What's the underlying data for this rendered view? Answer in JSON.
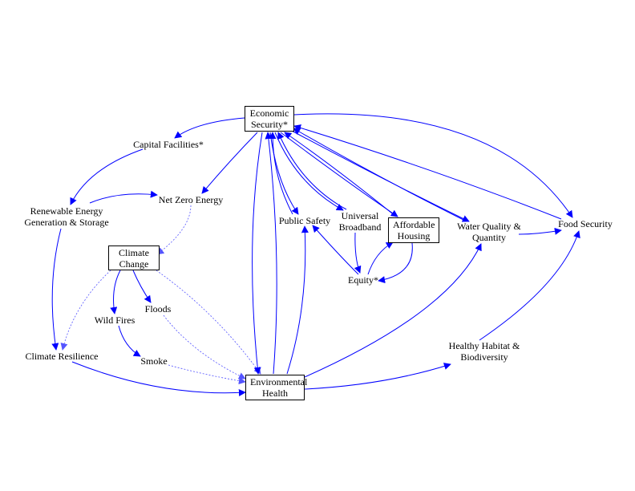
{
  "colors": {
    "link": "#0000ff",
    "dotted": "#5555ff",
    "text": "#000000",
    "box_border": "#000000"
  },
  "nodes": {
    "economic_security": {
      "lines": [
        "Economic",
        "Security*"
      ],
      "boxed": true
    },
    "capital_facilities": {
      "lines": [
        "Capital Facilities*"
      ],
      "boxed": false
    },
    "renewable_energy": {
      "lines": [
        "Renewable Energy",
        "Generation & Storage"
      ],
      "boxed": false
    },
    "net_zero_energy": {
      "lines": [
        "Net Zero Energy"
      ],
      "boxed": false
    },
    "climate_change": {
      "lines": [
        "Climate",
        "Change"
      ],
      "boxed": true
    },
    "public_safety": {
      "lines": [
        "Public Safety"
      ],
      "boxed": false
    },
    "universal_broadband": {
      "lines": [
        "Universal",
        "Broadband"
      ],
      "boxed": false
    },
    "affordable_housing": {
      "lines": [
        "Affordable",
        "Housing"
      ],
      "boxed": true
    },
    "water_quality": {
      "lines": [
        "Water Quality &",
        "Quantity"
      ],
      "boxed": false
    },
    "food_security": {
      "lines": [
        "Food Security"
      ],
      "boxed": false
    },
    "equity": {
      "lines": [
        "Equity*"
      ],
      "boxed": false
    },
    "floods": {
      "lines": [
        "Floods"
      ],
      "boxed": false
    },
    "wild_fires": {
      "lines": [
        "Wild Fires"
      ],
      "boxed": false
    },
    "climate_resilience": {
      "lines": [
        "Climate Resilience"
      ],
      "boxed": false
    },
    "smoke": {
      "lines": [
        "Smoke"
      ],
      "boxed": false
    },
    "environmental_health": {
      "lines": [
        "Environmental",
        "Health"
      ],
      "boxed": true
    },
    "healthy_habitat": {
      "lines": [
        "Healthy Habitat &",
        "Biodiversity"
      ],
      "boxed": false
    }
  },
  "links": [
    {
      "from": "economic_security",
      "to": "capital_facilities",
      "style": "solid"
    },
    {
      "from": "capital_facilities",
      "to": "renewable_energy",
      "style": "solid"
    },
    {
      "from": "renewable_energy",
      "to": "net_zero_energy",
      "style": "solid"
    },
    {
      "from": "economic_security",
      "to": "net_zero_energy",
      "style": "solid"
    },
    {
      "from": "net_zero_energy",
      "to": "climate_change",
      "style": "dotted"
    },
    {
      "from": "renewable_energy",
      "to": "climate_resilience",
      "style": "solid"
    },
    {
      "from": "climate_change",
      "to": "climate_resilience",
      "style": "dotted"
    },
    {
      "from": "climate_change",
      "to": "wild_fires",
      "style": "solid"
    },
    {
      "from": "climate_change",
      "to": "floods",
      "style": "solid"
    },
    {
      "from": "climate_change",
      "to": "environmental_health",
      "style": "dotted"
    },
    {
      "from": "wild_fires",
      "to": "smoke",
      "style": "solid"
    },
    {
      "from": "smoke",
      "to": "environmental_health",
      "style": "dotted"
    },
    {
      "from": "floods",
      "to": "environmental_health",
      "style": "dotted"
    },
    {
      "from": "climate_resilience",
      "to": "environmental_health",
      "style": "solid"
    },
    {
      "from": "economic_security",
      "to": "environmental_health",
      "style": "solid"
    },
    {
      "from": "environmental_health",
      "to": "economic_security",
      "style": "solid"
    },
    {
      "from": "environmental_health",
      "to": "public_safety",
      "style": "solid"
    },
    {
      "from": "economic_security",
      "to": "public_safety",
      "style": "solid"
    },
    {
      "from": "economic_security",
      "to": "universal_broadband",
      "style": "solid"
    },
    {
      "from": "public_safety",
      "to": "economic_security",
      "style": "solid"
    },
    {
      "from": "universal_broadband",
      "to": "economic_security",
      "style": "solid"
    },
    {
      "from": "affordable_housing",
      "to": "economic_security",
      "style": "solid"
    },
    {
      "from": "economic_security",
      "to": "affordable_housing",
      "style": "solid"
    },
    {
      "from": "economic_security",
      "to": "water_quality",
      "style": "solid"
    },
    {
      "from": "water_quality",
      "to": "economic_security",
      "style": "solid"
    },
    {
      "from": "food_security",
      "to": "economic_security",
      "style": "solid"
    },
    {
      "from": "economic_security",
      "to": "food_security",
      "style": "solid"
    },
    {
      "from": "water_quality",
      "to": "food_security",
      "style": "solid"
    },
    {
      "from": "universal_broadband",
      "to": "equity",
      "style": "solid"
    },
    {
      "from": "equity",
      "to": "public_safety",
      "style": "solid"
    },
    {
      "from": "equity",
      "to": "affordable_housing",
      "style": "solid"
    },
    {
      "from": "affordable_housing",
      "to": "equity",
      "style": "solid"
    },
    {
      "from": "environmental_health",
      "to": "water_quality",
      "style": "solid"
    },
    {
      "from": "environmental_health",
      "to": "healthy_habitat",
      "style": "solid"
    },
    {
      "from": "healthy_habitat",
      "to": "food_security",
      "style": "solid"
    }
  ]
}
